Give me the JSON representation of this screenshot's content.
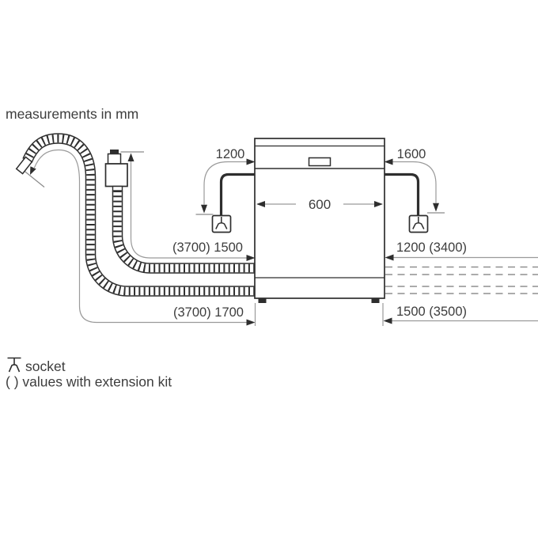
{
  "title": "measurements in mm",
  "labels": {
    "cable_left": "1200",
    "cable_right": "1600",
    "appliance_width": "600",
    "supply_hose_left": "(3700) 1500",
    "drain_hose_left": "(3700) 1700",
    "supply_hose_right": "1200 (3400)",
    "drain_hose_right": "1500 (3500)"
  },
  "legend": {
    "socket": "socket",
    "extension_note": "( ) values with extension kit"
  },
  "icons": {
    "socket_symbol": "power-socket-outlet"
  },
  "colors": {
    "line": "#2e2e2e",
    "dim_line": "#9a9a9a",
    "text": "#3d3d3d",
    "background": "#ffffff"
  }
}
